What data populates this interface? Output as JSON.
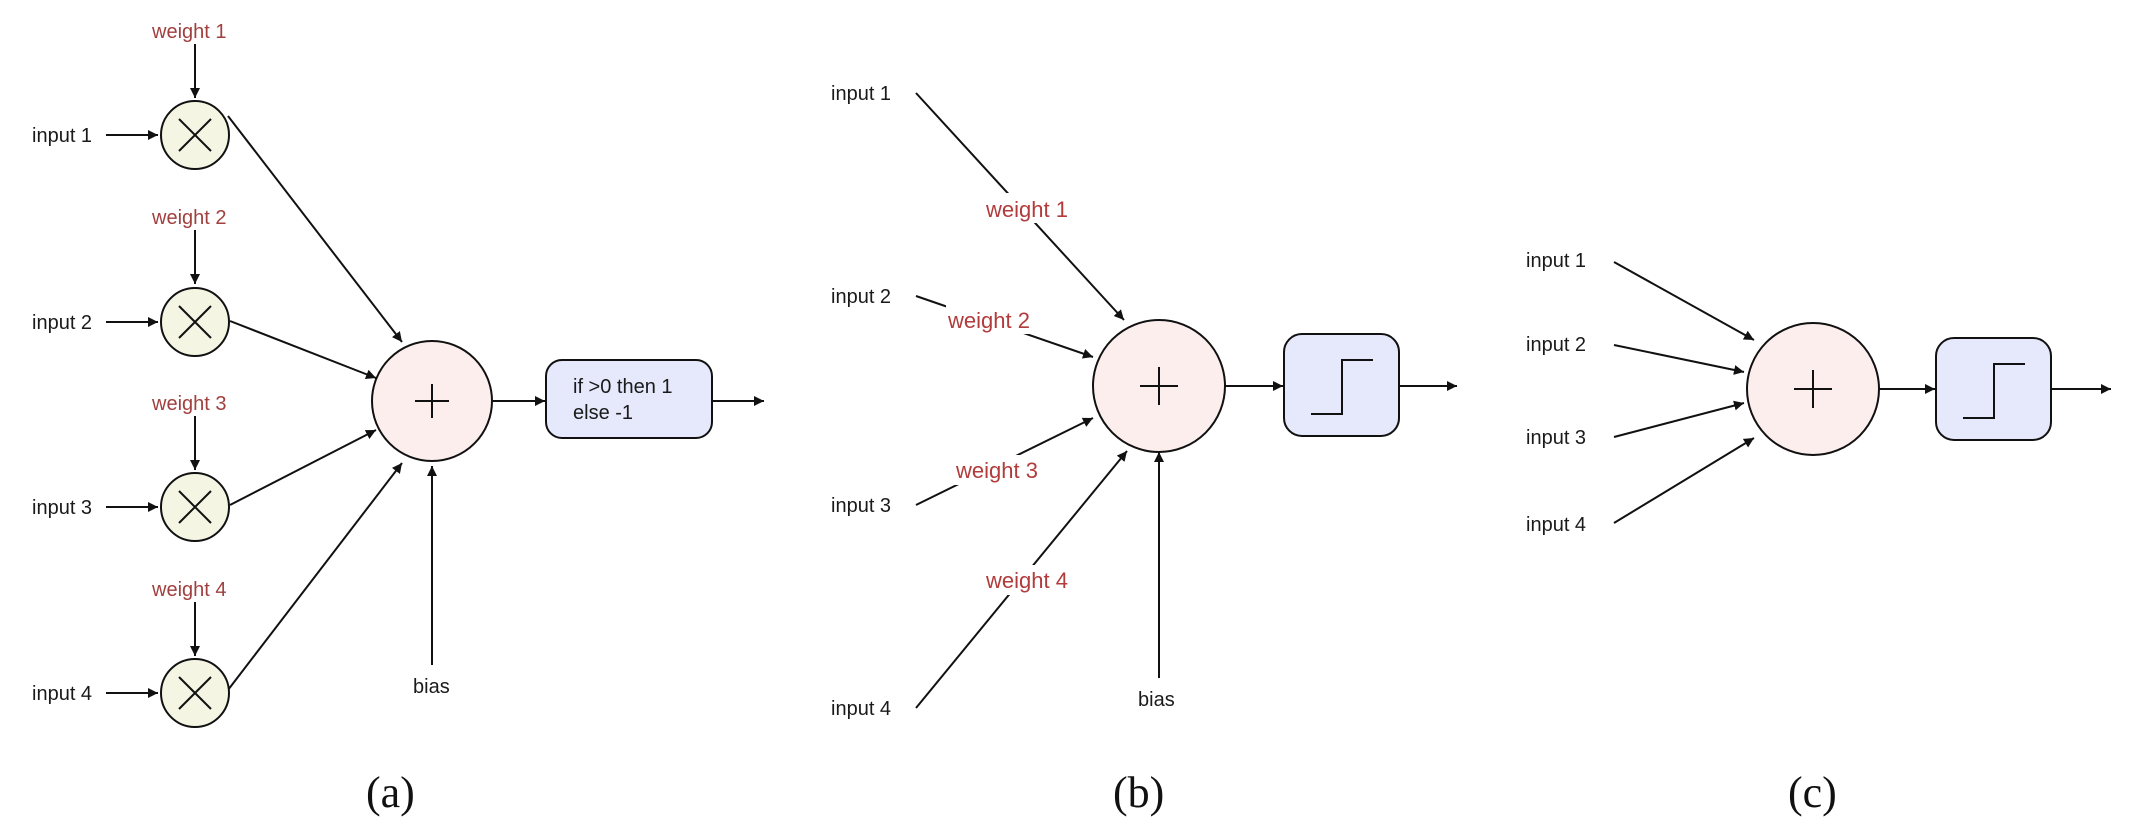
{
  "panel_a": {
    "inputs": [
      "input 1",
      "input 2",
      "input 3",
      "input 4"
    ],
    "weights": [
      "weight 1",
      "weight 2",
      "weight 3",
      "weight 4"
    ],
    "bias": "bias",
    "activation_line1": "if >0 then 1",
    "activation_line2": "else -1",
    "caption": "(a)"
  },
  "panel_b": {
    "inputs": [
      "input 1",
      "input 2",
      "input 3",
      "input 4"
    ],
    "weights": [
      "weight 1",
      "weight 2",
      "weight 3",
      "weight 4"
    ],
    "bias": "bias",
    "caption": "(b)"
  },
  "panel_c": {
    "inputs": [
      "input 1",
      "input 2",
      "input 3",
      "input 4"
    ],
    "caption": "(c)"
  },
  "colors": {
    "weight_text": "#a0403f",
    "multiply_node": "#f4f6e3",
    "sum_node": "#fdeeee",
    "activation_box": "#e6e8fb"
  },
  "icons": {
    "multiply": "multiply-icon",
    "sum": "plus-icon",
    "activation": "step-function-icon"
  }
}
